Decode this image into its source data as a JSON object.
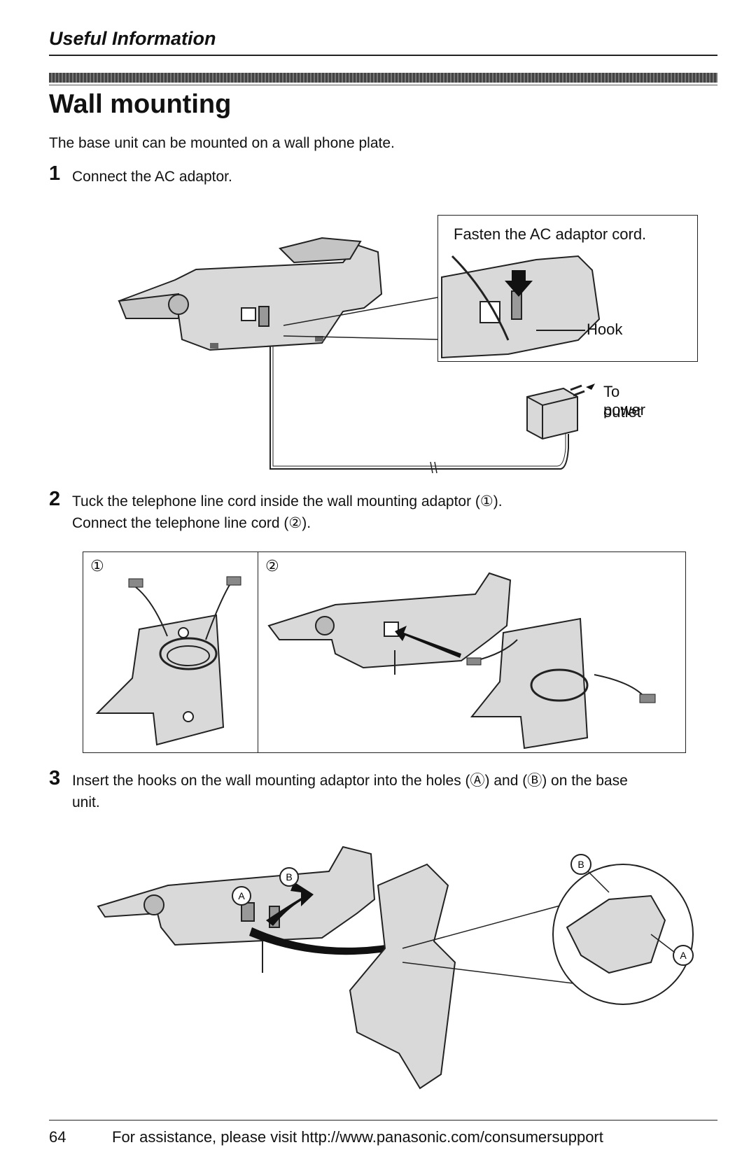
{
  "header": {
    "section": "Useful Information"
  },
  "title": "Wall mounting",
  "intro": "The base unit can be mounted on a wall phone plate.",
  "steps": [
    {
      "num": "1",
      "line1": "Connect the AC adaptor."
    },
    {
      "num": "2",
      "line1": "Tuck the telephone line cord inside the wall mounting adaptor (①).",
      "line2": "Connect the telephone line cord (②)."
    },
    {
      "num": "3",
      "line1": "Insert the hooks on the wall mounting adaptor into the holes (Ⓐ) and (Ⓑ) on the base",
      "line2": "unit."
    }
  ],
  "figure1": {
    "inset_caption": "Fasten the AC adaptor cord.",
    "hook_label": "Hook",
    "power_label_1": "To power",
    "power_label_2": "outlet"
  },
  "figure2": {
    "panel1_marker": "①",
    "panel2_marker": "②"
  },
  "figure3": {
    "hole_a": "A",
    "hole_b": "B"
  },
  "footer": {
    "page_number": "64",
    "text": "For assistance, please visit http://www.panasonic.com/consumersupport"
  },
  "colors": {
    "ink": "#111111",
    "illustration_fill": "#d9d9d9",
    "background": "#ffffff"
  }
}
